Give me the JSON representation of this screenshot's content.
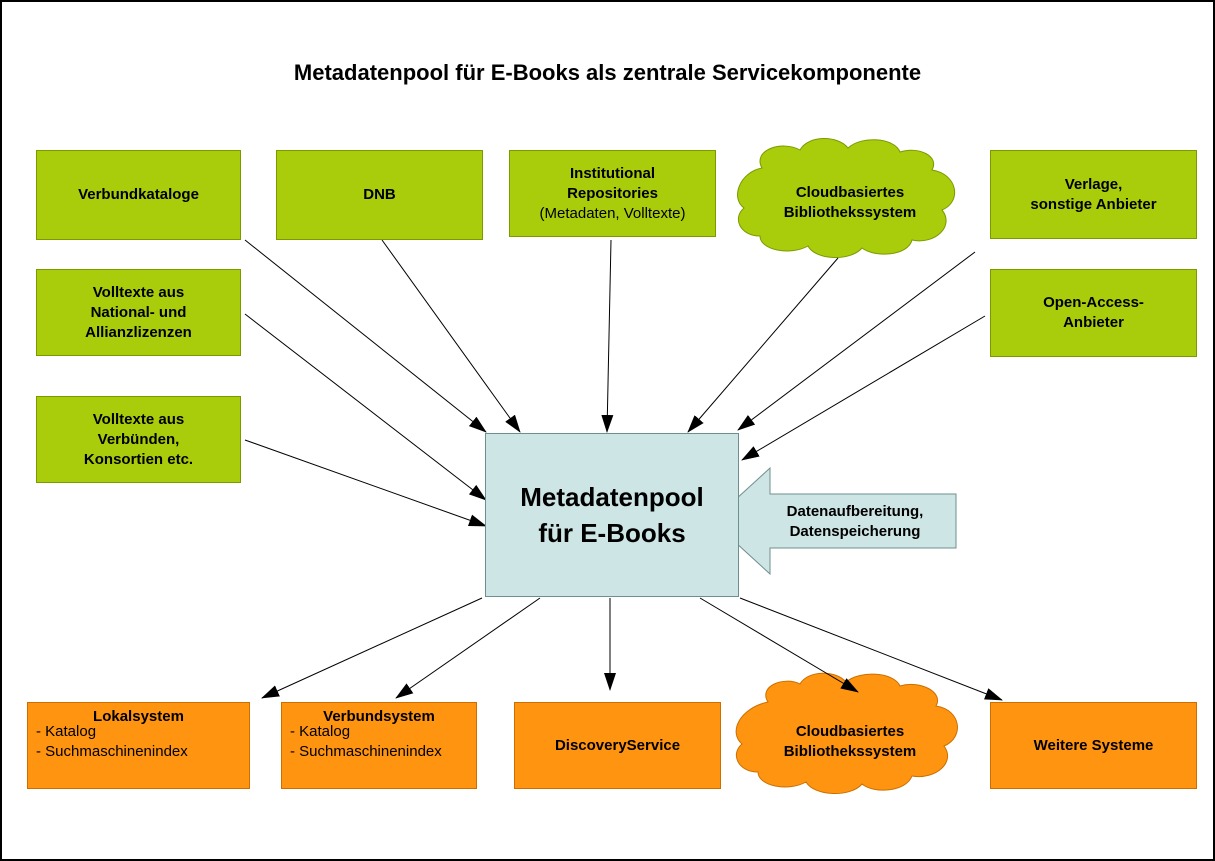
{
  "title": "Metadatenpool für E-Books als zentrale Servicekomponente",
  "center": {
    "line1": "Metadatenpool",
    "line2": "für E-Books"
  },
  "processing_arrow": {
    "line1": "Datenaufbereitung,",
    "line2": "Datenspeicherung"
  },
  "sources": {
    "verbundkataloge": "Verbundkataloge",
    "dnb": "DNB",
    "repositories": {
      "line1": "Institutional",
      "line2": "Repositories",
      "line3": "(Metadaten, Volltexte)"
    },
    "cloud": {
      "line1": "Cloudbasiertes",
      "line2": "Bibliothekssystem"
    },
    "verlage": {
      "line1": "Verlage,",
      "line2": "sonstige Anbieter"
    },
    "volltexte_national": {
      "line1": "Volltexte aus",
      "line2": "National- und",
      "line3": "Allianzlizenzen"
    },
    "open_access": {
      "line1": "Open-Access-",
      "line2": "Anbieter"
    },
    "volltexte_verbuende": {
      "line1": "Volltexte aus",
      "line2": "Verbünden,",
      "line3": "Konsortien etc."
    }
  },
  "targets": {
    "lokalsystem": {
      "title": "Lokalsystem",
      "item1": "- Katalog",
      "item2": "- Suchmaschinenindex"
    },
    "verbundsystem": {
      "title": "Verbundsystem",
      "item1": "- Katalog",
      "item2": "- Suchmaschinenindex"
    },
    "discovery": "DiscoveryService",
    "cloud": {
      "line1": "Cloudbasiertes",
      "line2": "Bibliothekssystem"
    },
    "weitere": "Weitere Systeme"
  },
  "colors": {
    "source_fill": "#a9cc0b",
    "target_fill": "#ff9411",
    "center_fill": "#cde5e4",
    "frame": "#000000"
  }
}
